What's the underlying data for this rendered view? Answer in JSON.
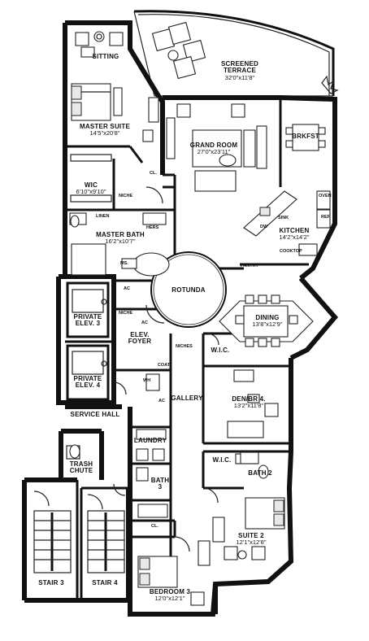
{
  "rooms": {
    "sitting": {
      "name": "SITTING"
    },
    "terrace": {
      "name1": "SCREENED",
      "name2": "TERRACE",
      "dim": "32'0\"x11'8\""
    },
    "master_suite": {
      "name": "MASTER SUITE",
      "dim": "14'5\"x20'8\""
    },
    "grand_room": {
      "name": "GRAND ROOM",
      "dim": "27'0\"x23'11\""
    },
    "brkfst": {
      "name": "BRKFST"
    },
    "wic_master": {
      "name": "WIC",
      "dim": "6'10\"x9'10\""
    },
    "master_bath": {
      "name": "MASTER BATH",
      "dim": "16'2\"x10'7\""
    },
    "kitchen": {
      "name": "KITCHEN",
      "dim": "14'2\"x14'2\""
    },
    "rotunda": {
      "name": "ROTUNDA"
    },
    "dining": {
      "name": "DINING",
      "dim": "13'8\"x12'9\""
    },
    "private_elev_3": {
      "name1": "PRIVATE",
      "name2": "ELEV. 3"
    },
    "private_elev_4": {
      "name1": "PRIVATE",
      "name2": "ELEV. 4"
    },
    "elev_foyer": {
      "name1": "ELEV.",
      "name2": "FOYER"
    },
    "wic_den": {
      "name": "W.I.C."
    },
    "den": {
      "name": "DEN/BR 4.",
      "dim": "13'2\"x11'8\""
    },
    "gallery": {
      "name": "GALLERY"
    },
    "service_hall": {
      "name": "SERVICE HALL"
    },
    "laundry": {
      "name": "LAUNDRY"
    },
    "trash_chute": {
      "name1": "TRASH",
      "name2": "CHUTE"
    },
    "wic_suite2": {
      "name": "W.I.C."
    },
    "bath2": {
      "name": "BATH 2"
    },
    "bath3": {
      "name1": "BATH",
      "name2": "3"
    },
    "suite2": {
      "name": "SUITE 2",
      "dim": "12'1\"x12'8\""
    },
    "bedroom3": {
      "name": "BEDROOM 3",
      "dim": "12'0\"x12'1\""
    },
    "stair3": {
      "name": "STAIR 3"
    },
    "stair4": {
      "name": "STAIR 4"
    }
  },
  "fixtures": {
    "cl_master": "CL.",
    "niche_master": "NICHE",
    "linen": "LINEN",
    "ms": "MS.",
    "hers": "HERS",
    "ac_rotunda": "AC",
    "niche_rotunda": "NICHE",
    "ac_foyer": "AC",
    "niches_gallery": "NICHES",
    "wh": "WH",
    "coat": "COAT",
    "ac_gallery": "AC",
    "cl_bath3": "CL.",
    "oven": "OVEN",
    "ref": "REF.",
    "sink": "SINK",
    "dw": "DW",
    "cooktop": "COOKTOP",
    "pantry": "PANTRY"
  }
}
